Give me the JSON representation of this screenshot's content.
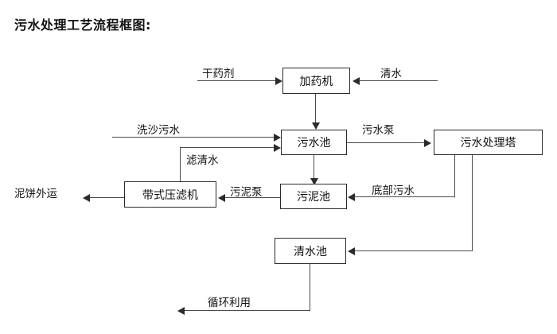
{
  "title": "污水处理工艺流程框图:",
  "nodes": [
    {
      "id": "dosing_machine",
      "label": "加药机"
    },
    {
      "id": "wastewater_pool",
      "label": "污水池"
    },
    {
      "id": "treatment_tower",
      "label": "污水处理塔"
    },
    {
      "id": "belt_filter_press",
      "label": "带式压滤机"
    },
    {
      "id": "sludge_pool",
      "label": "污泥池"
    },
    {
      "id": "clear_water_pool",
      "label": "清水池"
    }
  ],
  "edge_labels": {
    "dry_chemical": "干药剂",
    "clean_water_in": "清水",
    "sand_wash_wastewater": "洗沙污水",
    "filtered_clear_water": "滤清水",
    "wastewater_pump": "污水泵",
    "sludge_pump": "污泥泵",
    "bottom_wastewater": "底部污水",
    "mud_cake_outbound": "泥饼外运",
    "recycle_reuse": "循环利用"
  },
  "colors": {
    "line": "#4a4a4a",
    "arrowhead": "#2b2b2b",
    "box_border": "#2b2b2b",
    "text": "#111111",
    "background": "#ffffff"
  }
}
